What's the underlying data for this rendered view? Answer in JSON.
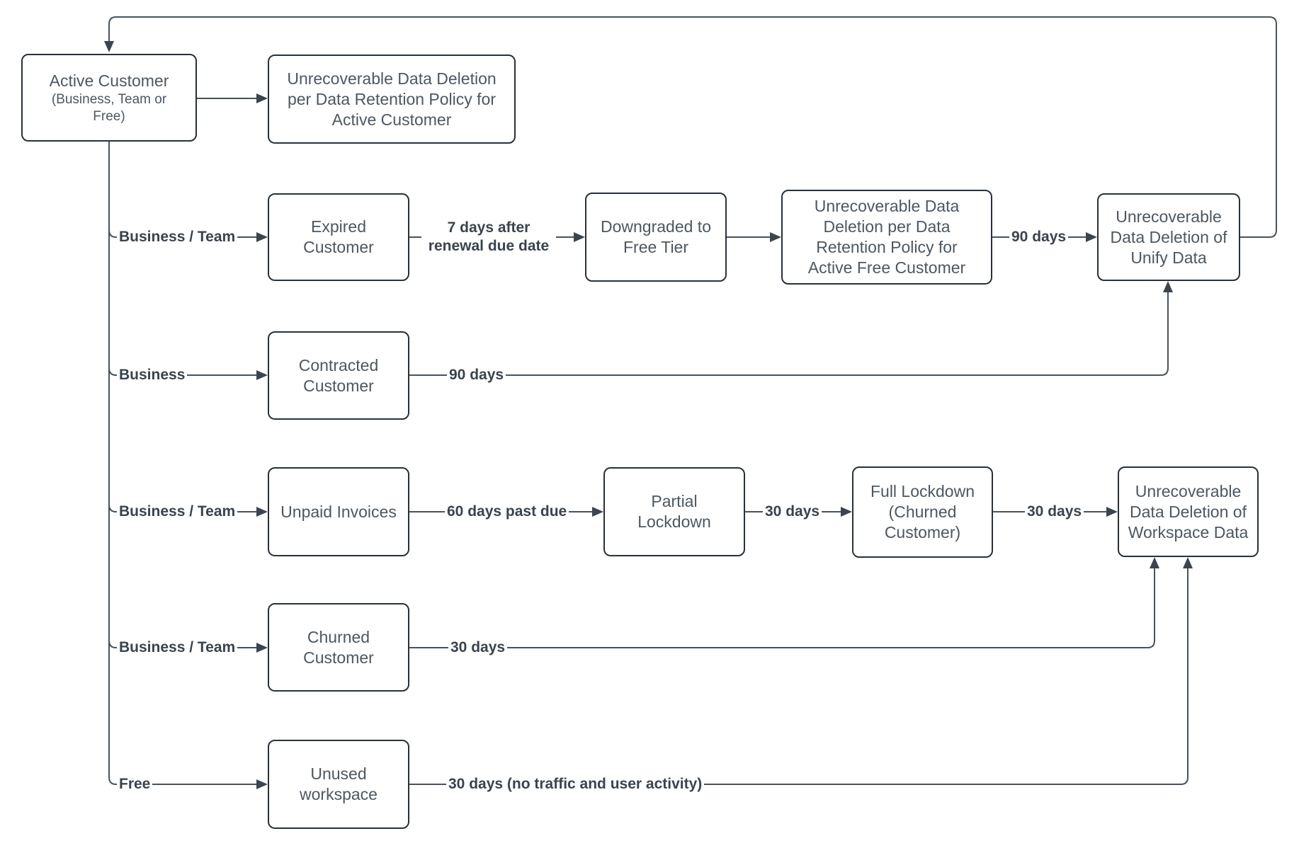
{
  "nodes": {
    "active_customer": {
      "title": "Active Customer",
      "subtitle": "(Business, Team or Free)"
    },
    "active_deletion": {
      "lines": [
        "Unrecoverable Data Deletion",
        "per Data Retention Policy for",
        "Active Customer"
      ]
    },
    "expired_customer": {
      "lines": [
        "Expired",
        "Customer"
      ]
    },
    "downgraded_free_tier": {
      "lines": [
        "Downgraded to",
        "Free Tier"
      ]
    },
    "free_customer_deletion": {
      "lines": [
        "Unrecoverable Data",
        "Deletion per Data",
        "Retention Policy for",
        "Active Free Customer"
      ]
    },
    "unify_data_deletion": {
      "lines": [
        "Unrecoverable",
        "Data Deletion of",
        "Unify Data"
      ]
    },
    "contracted_customer": {
      "lines": [
        "Contracted",
        "Customer"
      ]
    },
    "unpaid_invoices": {
      "lines": [
        "Unpaid Invoices"
      ]
    },
    "partial_lockdown": {
      "lines": [
        "Partial",
        "Lockdown"
      ]
    },
    "full_lockdown": {
      "lines": [
        "Full Lockdown",
        "(Churned",
        "Customer)"
      ]
    },
    "workspace_data_deletion": {
      "lines": [
        "Unrecoverable",
        "Data Deletion of",
        "Workspace Data"
      ]
    },
    "churned_customer": {
      "lines": [
        "Churned",
        "Customer"
      ]
    },
    "unused_workspace": {
      "lines": [
        "Unused",
        "workspace"
      ]
    }
  },
  "branch_labels": {
    "expired": "Business / Team",
    "contracted": "Business",
    "unpaid": "Business / Team",
    "churned": "Business / Team",
    "unused": "Free"
  },
  "edge_labels": {
    "expired_to_downgraded": "7 days after renewal due date",
    "free_policy_to_unify": "90 days",
    "contracted_to_unify": "90 days",
    "unpaid_to_partial": "60 days past due",
    "partial_to_full": "30 days",
    "full_to_workspace": "30 days",
    "churned_to_workspace": "30 days",
    "unused_to_workspace": "30 days (no traffic and user activity)"
  },
  "colors": {
    "node_border": "#28313b",
    "node_text": "#4d5761",
    "connector": "#49525c",
    "arrowhead": "#3c454f",
    "label_text": "#3a434e",
    "background": "#ffffff"
  }
}
